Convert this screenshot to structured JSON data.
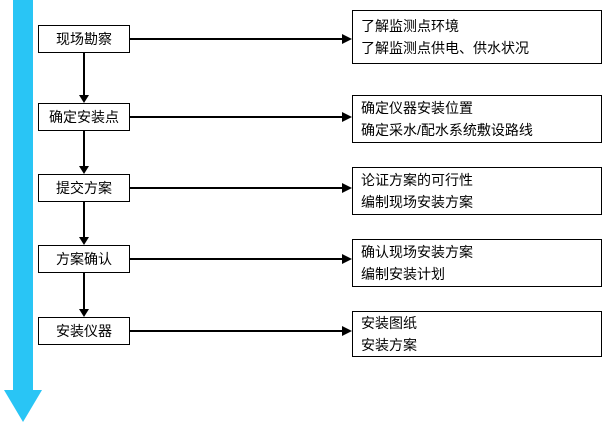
{
  "diagram": {
    "type": "flowchart",
    "orientation": "vertical",
    "colors": {
      "timeline_arrow": "#29C5F5",
      "line": "#000000",
      "background": "#FFFFFF"
    },
    "steps": [
      {
        "label": "现场勘察",
        "details": [
          "了解监测点环境",
          "了解监测点供电、供水状况"
        ]
      },
      {
        "label": "确定安装点",
        "details": [
          "确定仪器安装位置",
          "确定采水/配水系统敷设路线"
        ]
      },
      {
        "label": "提交方案",
        "details": [
          "论证方案的可行性",
          "编制现场安装方案"
        ]
      },
      {
        "label": "方案确认",
        "details": [
          "确认现场安装方案",
          "编制安装计划"
        ]
      },
      {
        "label": "安装仪器",
        "details": [
          "安装图纸",
          "安装方案"
        ]
      }
    ]
  }
}
